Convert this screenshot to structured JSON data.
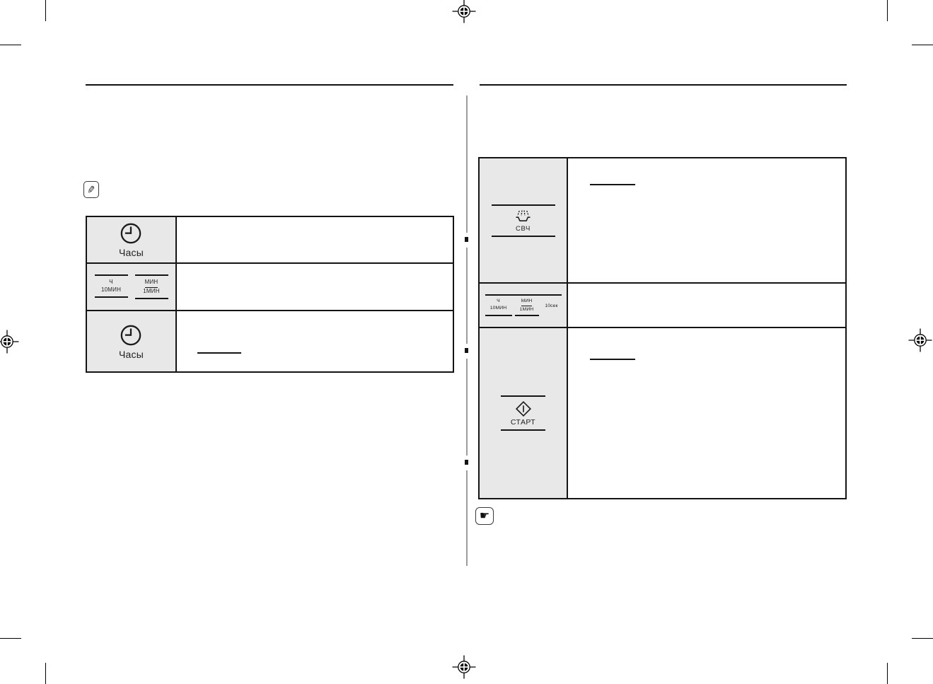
{
  "page": {
    "kind": "scanned-manual-page",
    "language": "ru",
    "background": "#ffffff",
    "body_text_visible": false
  },
  "colors": {
    "table_border": "#141414",
    "button_cell_bg": "#e8e8e8",
    "column_divider": "#9c9c9c",
    "text": "#1f1f1f"
  },
  "print_marks": {
    "registration_marks": [
      "top-center",
      "left-middle",
      "right-middle",
      "bottom-center"
    ],
    "crop_mark_corners": [
      "top-left",
      "top-right",
      "bottom-left",
      "bottom-right"
    ]
  },
  "left_column": {
    "note_icon": "pencil-note-icon",
    "control_table": {
      "rows": [
        {
          "control": "clock-button",
          "icon": "clock-icon",
          "label": "Часы"
        },
        {
          "control": "time-set-buttons",
          "buttons": [
            {
              "top": "Ч",
              "bottom": "10МИН"
            },
            {
              "top": "МИН",
              "bottom": "1МИН",
              "top_underlined": true
            }
          ]
        },
        {
          "control": "clock-button",
          "icon": "clock-icon",
          "label": "Часы",
          "description_has_blank_underline": true
        }
      ]
    }
  },
  "right_column": {
    "note_icon": "pointing-hand-icon",
    "control_table": {
      "rows": [
        {
          "control": "microwave-power-button",
          "icon": "microwave-icon",
          "label": "СВЧ",
          "description_has_blank_underline": true
        },
        {
          "control": "time-set-buttons",
          "buttons": [
            {
              "top": "Ч",
              "bottom": "10МИН"
            },
            {
              "top": "МИН",
              "bottom": "1МИН",
              "top_underlined": true
            },
            {
              "single": "10сек"
            }
          ]
        },
        {
          "control": "start-button",
          "icon": "start-icon",
          "label": "СТАРТ",
          "description_has_blank_underline": true
        }
      ]
    }
  }
}
